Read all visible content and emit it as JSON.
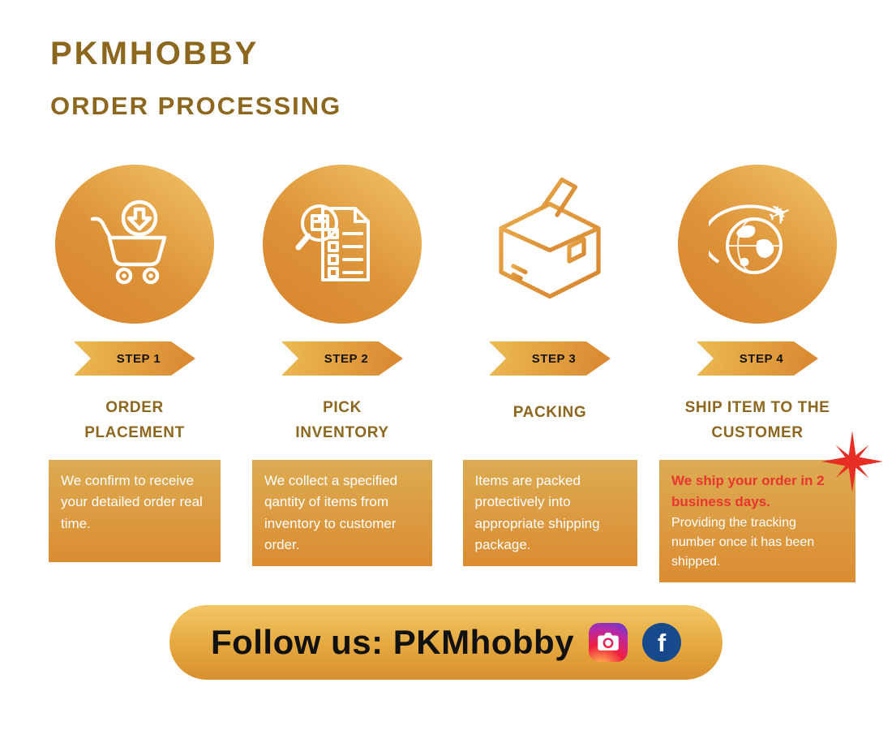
{
  "header": {
    "brand": "PKMHOBBY",
    "title": "ORDER PROCESSING"
  },
  "steps": [
    {
      "label": "STEP 1",
      "title": "ORDER PLACEMENT",
      "description": "We confirm to receive your detailed order real time.",
      "icon": "cart-download-icon"
    },
    {
      "label": "STEP 2",
      "title": "PICK INVENTORY",
      "description": "We collect a specified qantity of items from inventory to customer order.",
      "icon": "inventory-checklist-icon"
    },
    {
      "label": "STEP 3",
      "title": "PACKING",
      "description": "Items are packed protectively into appropriate shipping package.",
      "icon": "packing-box-icon"
    },
    {
      "label": "STEP 4",
      "title": "SHIP ITEM TO THE CUSTOMER",
      "description_highlight": "We ship your order in 2 business days.",
      "description_rest": "Providing the tracking number once it has been shipped.",
      "icon": "globe-plane-icon"
    }
  ],
  "footer": {
    "text": "Follow us: PKMhobby"
  },
  "icons": {
    "plane_glyph": "✈",
    "facebook_glyph": "f"
  },
  "colors": {
    "brand_text": "#8d671d",
    "highlight_red": "#e8352e",
    "gold_gradient_top": "#e9b457",
    "gold_gradient_bottom": "#dd8c33",
    "facebook_blue": "#174a8c"
  }
}
